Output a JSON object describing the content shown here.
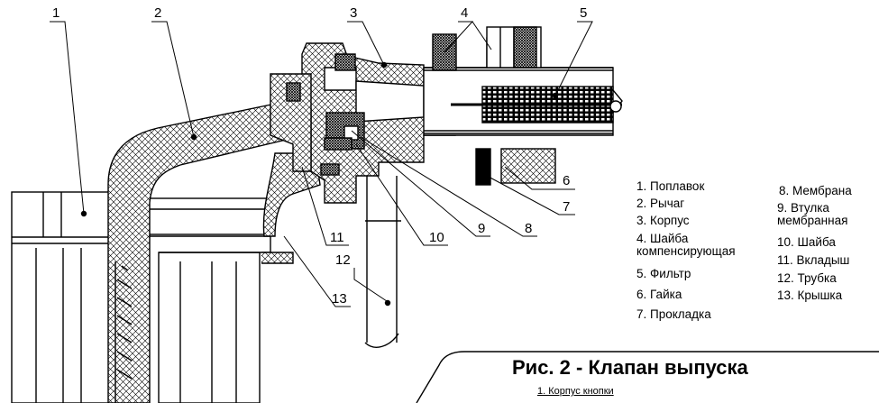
{
  "callouts": [
    "1",
    "2",
    "3",
    "4",
    "5",
    "6",
    "7",
    "8",
    "9",
    "10",
    "11",
    "12",
    "13"
  ],
  "legend": {
    "left": [
      "1. Поплавок",
      "2. Рычаг",
      "3. Корпус",
      "4. Шайба\nкомпенсирующая",
      "5. Фильтр",
      "6. Гайка",
      "7. Прокладка"
    ],
    "right": [
      "8. Мембрана",
      "9. Втулка\nмембранная",
      "10. Шайба",
      "11. Вкладыш",
      "12. Трубка",
      "13. Крышка"
    ]
  },
  "figure_title": "Рис. 2 - Клапан выпуска",
  "sub_caption": "1. Корпус кнопки",
  "colors": {
    "ink": "#000000",
    "paper": "#ffffff"
  }
}
